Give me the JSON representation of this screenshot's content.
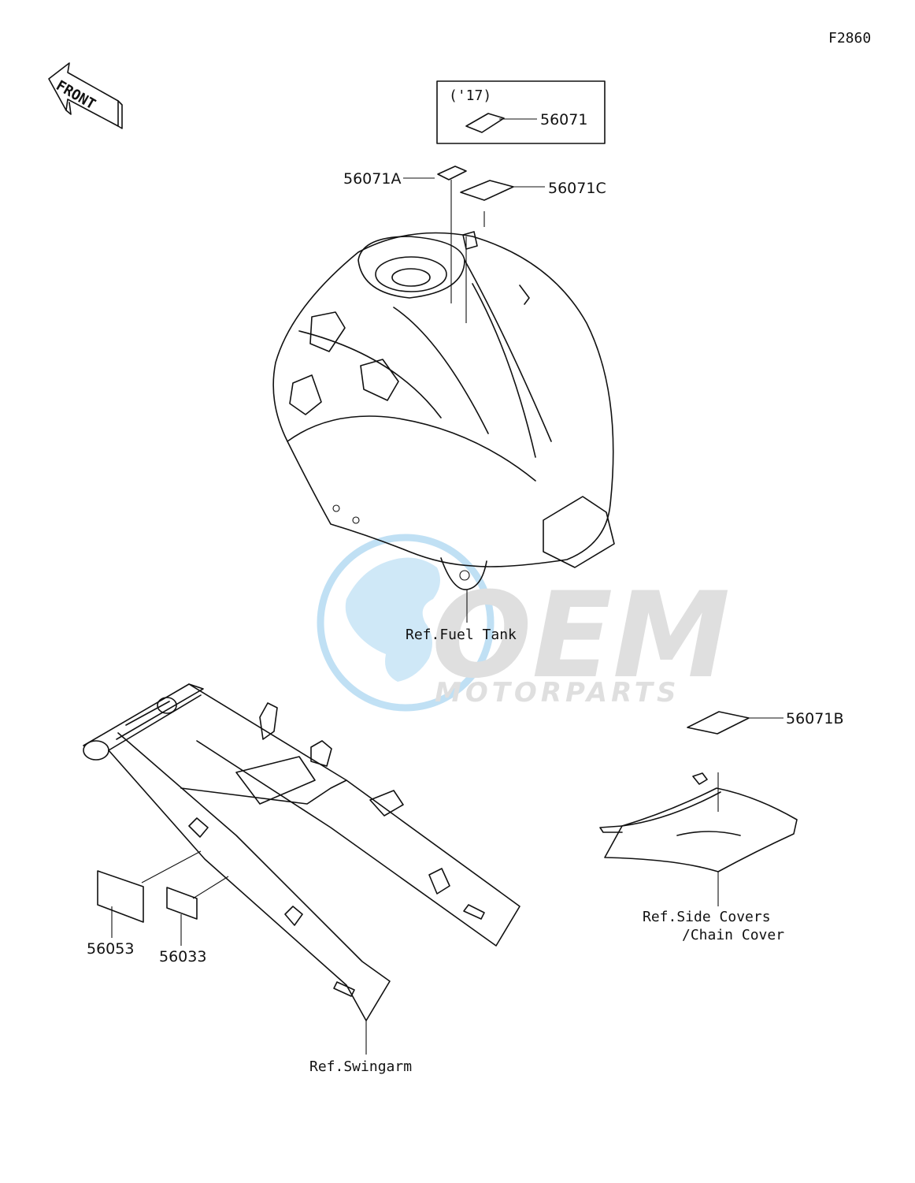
{
  "figure_code": "F2860",
  "front_arrow_label": "FRONT",
  "inset": {
    "year_label": "('17)",
    "part": "56071"
  },
  "parts": {
    "p56071A": "56071A",
    "p56071C": "56071C",
    "p56071B": "56071B",
    "p56053": "56053",
    "p56033": "56033"
  },
  "refs": {
    "fuel_tank": "Ref.Fuel Tank",
    "swingarm": "Ref.Swingarm",
    "side_covers_line1": "Ref.Side Covers",
    "side_covers_line2": "/Chain Cover"
  },
  "watermark": {
    "logo_text": "OEM",
    "sub_text": "MOTORPARTS",
    "colors": {
      "globe": "#8ec8ec",
      "logo": "#c8c8c8"
    }
  }
}
